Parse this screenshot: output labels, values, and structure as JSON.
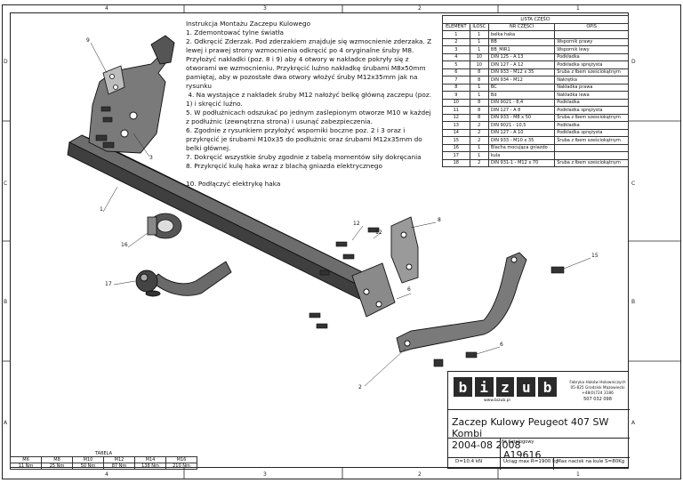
{
  "ruler": {
    "top": [
      "4",
      "3",
      "2",
      "1"
    ],
    "bottom": [
      "4",
      "3",
      "2",
      "1"
    ],
    "left": [
      "D",
      "C",
      "B",
      "A"
    ],
    "right": [
      "D",
      "C",
      "B",
      "A"
    ]
  },
  "instructions": [
    "Instrukcja Montażu Zaczepu Kulowego",
    "1. Zdemontować tylne światła",
    "2. Odkręcić Zderzak. Pod zderzakiem znajduje się wzmocnienie zderzaka. Z lewej i prawej strony wzmocnienia odkręcić po 4 oryginalne śruby M8. Przyłożyć nakładki (poz. 8 i 9) aby 4 otwory w nakładce pokryły się z otworami we wzmocnieniu. Przykręcić luźno nakładkę śrubami M8x50mm pamiętaj, aby w pozostałe dwa otwory włożyć śruby M12x35mm jak na rysunku",
    " 4. Na wystające z nakładek śruby M12 nałożyć belkę główną zaczepu (poz. 1) i skręcić luźno.",
    "5. W podłużnicach odszukać po jednym zaślepionym otworze M10 w każdej z podłużnic (zewnętrzna strona) i usunąć zabezpieczenia.",
    "6. Zgodnie z rysunkiem przyłożyć wsporniki boczne poz. 2 i 3 oraz i przykręcić je śrubami M10x35 do podłużnic oraz śrubami M12x35mm do belki głównej.",
    "7. Dokręcić wszystkie śruby zgodnie z tabelą momentów siły dokręcania",
    "8. Przykręcić kulę haka wraz z blachą gniazda elektrycznego",
    "",
    "10. Podłączyć elektrykę haka"
  ],
  "parts_table": {
    "title": "LISTA CZĘŚCI",
    "headers": [
      "ELEMENT",
      "ILOŚĆ",
      "NR CZĘŚCI",
      "OPIS"
    ],
    "rows": [
      [
        "1",
        "1",
        "belka haka",
        ""
      ],
      [
        "2",
        "1",
        "BB",
        "Wspornik prawy"
      ],
      [
        "3",
        "1",
        "BB_MIR1",
        "Wspornik lewy"
      ],
      [
        "4",
        "10",
        "DIN 125 - A 13",
        "Podkładka"
      ],
      [
        "5",
        "10",
        "DIN 127 - A 12",
        "Podkładka sprężysta"
      ],
      [
        "6",
        "8",
        "DIN 933 - M12  x 35",
        "Śruba z łbem sześciokątnym"
      ],
      [
        "7",
        "8",
        "DIN 934 - M12",
        "Nakrętka"
      ],
      [
        "8",
        "1",
        "BC",
        "Nakładka prawa"
      ],
      [
        "9",
        "1",
        "Bd",
        "Nakładka lewa"
      ],
      [
        "10",
        "8",
        "DIN 9021 - 8,4",
        "Podkładka"
      ],
      [
        "11",
        "8",
        "DIN 127 - A 8",
        "Podkładka sprężysta"
      ],
      [
        "12",
        "8",
        "DIN 933 - M8  x 50",
        "Śruba z łbem sześciokątnym"
      ],
      [
        "13",
        "2",
        "DIN 9021 - 10,5",
        "Podkładka"
      ],
      [
        "14",
        "2",
        "DIN 127 - A 10",
        "Podkładka sprężysta"
      ],
      [
        "15",
        "2",
        "DIN 933 - M10  x 35",
        "Śruba z łbem sześciokątnym"
      ],
      [
        "16",
        "1",
        "Blacha mocująca gniazdo",
        ""
      ],
      [
        "17",
        "1",
        "kula",
        ""
      ],
      [
        "18",
        "2",
        "DIN 931-1 - M12 x 70",
        "Śruba z łbem sześciokątnym"
      ]
    ]
  },
  "callouts": [
    "9",
    "3",
    "1",
    "16",
    "17",
    "12",
    "12",
    "8",
    "6",
    "15",
    "6",
    "2"
  ],
  "title_block": {
    "logo_letters": [
      "b",
      "i",
      "z",
      "u",
      "b"
    ],
    "logo_url": "www.bizub.pl",
    "company_lines": [
      "Fabryka Haków Holowniczych",
      "05-825 Grodzisk Mazowiecki",
      "+48(0)724 3186"
    ],
    "phone": "507 032 098",
    "product_line1": "Zaczep Kulowy Peugeot 407 SW Kombi",
    "product_line2": "2004-08 2008",
    "catalog_label": "Nr Katalogowy",
    "catalog_number": "A19616",
    "d_value": "D=10.4 kN",
    "uclag": "Uciąg max R=1900 kg",
    "max_label": "Max   nacisk na kule S=80Kg"
  },
  "torque_table": {
    "caption": "TABELA",
    "sizes": [
      "M6",
      "M8",
      "M10",
      "M12",
      "M14",
      "M16"
    ],
    "values": [
      "11 Nm",
      "25 Nm",
      "50 Nm",
      "87 Nm",
      "138 Nm",
      "210 Nm"
    ]
  }
}
